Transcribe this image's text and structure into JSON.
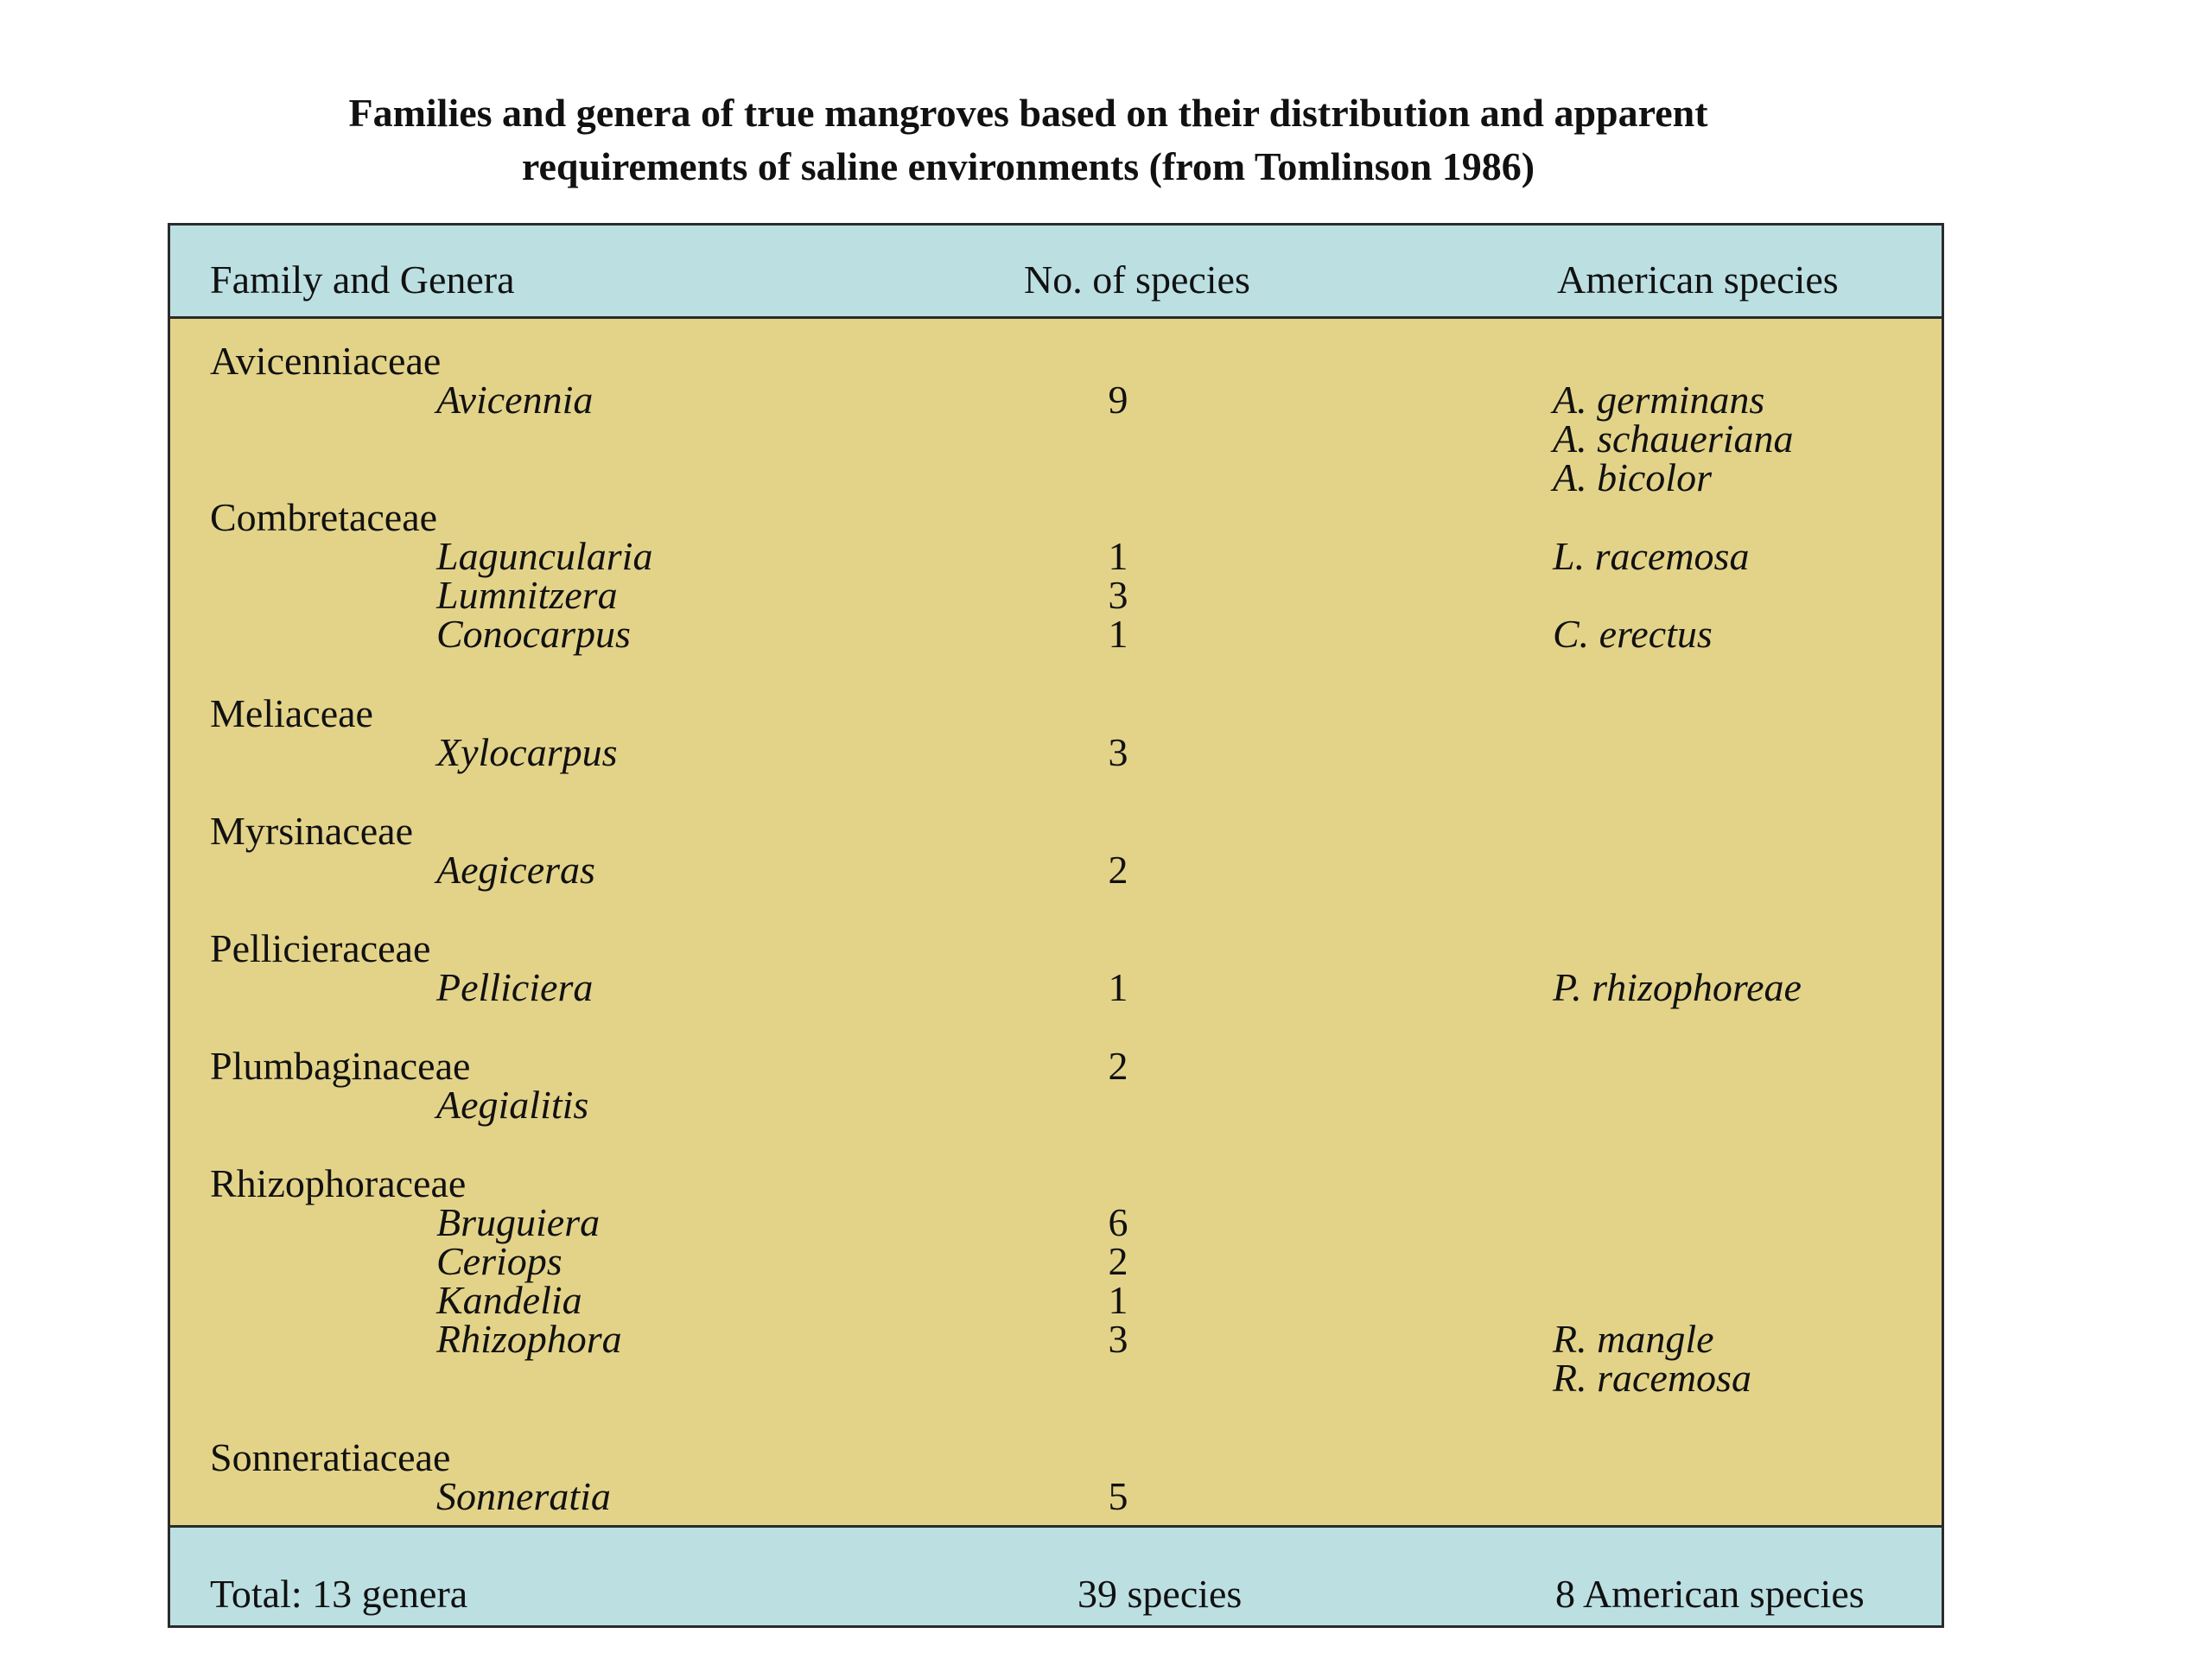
{
  "title": {
    "line1": "Families and genera of true mangroves based on their distribution and apparent",
    "line2": "requirements of saline environments (from Tomlinson 1986)"
  },
  "table": {
    "headers": {
      "family": "Family and Genera",
      "count": "No. of species",
      "american": "American species"
    },
    "families": {
      "avicenniaceae": {
        "name": "Avicenniaceae",
        "genus1": "Avicennia",
        "count1": "9",
        "american1": "A. germinans",
        "american2": " A. schaueriana",
        "american3": "A. bicolor"
      },
      "combretaceae": {
        "name": "Combretaceae",
        "genus1": "Laguncularia",
        "count1": "1",
        "american1": "L. racemosa",
        "genus2": "Lumnitzera",
        "count2": "3",
        "genus3": "Conocarpus",
        "count3": "1",
        "american3": "C. erectus"
      },
      "meliaceae": {
        "name": "Meliaceae",
        "genus1": "Xylocarpus",
        "count1": "3"
      },
      "myrsinaceae": {
        "name": "Myrsinaceae",
        "genus1": "Aegiceras",
        "count1": "2"
      },
      "pellicieraceae": {
        "name": "Pellicieraceae",
        "genus1": "Pelliciera",
        "count1": "1",
        "american1": "P. rhizophoreae"
      },
      "plumbaginaceae": {
        "name": "Plumbaginaceae",
        "count0": "2",
        "genus1": "Aegialitis"
      },
      "rhizophoraceae": {
        "name": "Rhizophoraceae",
        "genus1": "Bruguiera",
        "count1": "6",
        "genus2": "Ceriops",
        "count2": "2",
        "genus3": "Kandelia",
        "count3": "1",
        "genus4": "Rhizophora",
        "count4": "3",
        "american4": "R. mangle",
        "american5": "R. racemosa"
      },
      "sonneratiaceae": {
        "name": "Sonneratiaceae",
        "genus1": "Sonneratia",
        "count1": "5"
      }
    },
    "totals": {
      "genera": "Total:  13 genera",
      "species": "39 species",
      "american": "8 American species"
    }
  }
}
